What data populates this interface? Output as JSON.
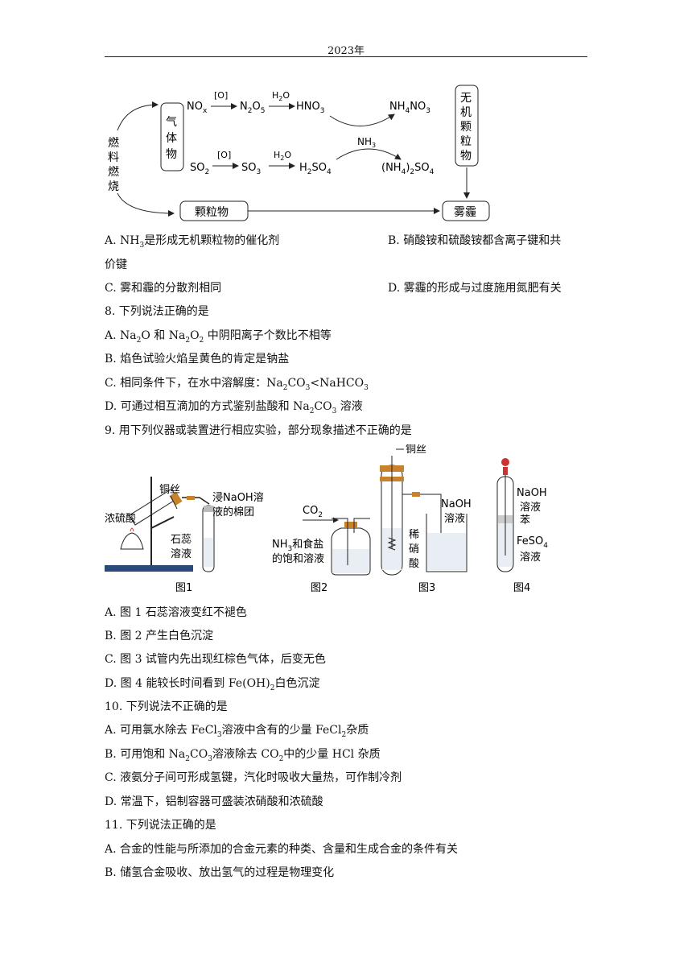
{
  "header": {
    "year": "2023年"
  },
  "diagram1": {
    "combustion": [
      "燃",
      "料",
      "燃",
      "烧"
    ],
    "gas_box": [
      "气",
      "体",
      "物"
    ],
    "particle_box": "颗粒物",
    "inorganic_box": [
      "无",
      "机",
      "颗",
      "粒",
      "物"
    ],
    "haze_box": "雾霾",
    "ox": "[O]",
    "h2o": "H",
    "nh3": "NH"
  },
  "diagram2": {
    "fig1": {
      "caption": "图1",
      "conc_acid": "浓硫酸",
      "copper": "铜丝",
      "cotton_1": "浸NaOH溶",
      "cotton_2": "液的棉团",
      "litmus_1": "石蕊",
      "litmus_2": "溶液"
    },
    "fig2": {
      "caption": "图2",
      "co2": "CO",
      "label_1": "NH",
      "label_1b": "和食盐",
      "label_2": "的饱和溶液"
    },
    "fig3": {
      "caption": "图3",
      "copper": "铜丝",
      "naoh_1": "NaOH",
      "naoh_2": "溶液",
      "acid": [
        "稀",
        "硝",
        "酸"
      ]
    },
    "fig4": {
      "caption": "图4",
      "naoh_1": "NaOH",
      "naoh_2": "溶液",
      "benzene": "苯",
      "feso4": "FeSO",
      "sol": "溶液"
    }
  },
  "q7": {
    "optA_pre": "A. NH",
    "optA_post": "是形成无机颗粒物的催化剂",
    "optB": "B.  硝酸铵和硫酸铵都含离子键和共",
    "optB_cont": "价键",
    "optC": "C.  雾和霾的分散剂相同",
    "optD": "D.  雾霾的形成与过度施用氮肥有关"
  },
  "q8": {
    "stem": "8.  下列说法正确的是",
    "A": [
      "A. Na",
      "O  和  Na",
      "O",
      "  中阴阳离子个数比不相等"
    ],
    "B": "B.  焰色试验火焰呈黄色的肯定是钠盐",
    "C": [
      "C.  相同条件下，在水中溶解度：Na",
      "CO",
      "<NaHCO"
    ],
    "D": [
      "D.  可通过相互滴加的方式鉴别盐酸和 Na",
      "CO",
      "  溶液"
    ]
  },
  "q9": {
    "stem": "9.  用下列仪器或装置进行相应实验，部分现象描述不正确的是",
    "A": "A.  图 1 石蕊溶液变红不褪色",
    "B": "B.  图 2 产生白色沉淀",
    "C": "C.  图 3 试管内先出现红棕色气体，后变无色",
    "D": [
      "D.  图 4 能较长时间看到 Fe(OH)",
      "白色沉淀"
    ]
  },
  "q10": {
    "stem": "10.  下列说法不正确的是",
    "A": [
      "A.  可用氯水除去 FeCl",
      "溶液中含有的少量 FeCl",
      "杂质"
    ],
    "B": [
      "B.  可用饱和 Na",
      "CO",
      "溶液除去 CO",
      "中的少量 HCl 杂质"
    ],
    "C": "C.  液氨分子间可形成氢键，汽化时吸收大量热，可作制冷剂",
    "D": "D.  常温下，铝制容器可盛装浓硝酸和浓硫酸"
  },
  "q11": {
    "stem": "11.  下列说法正确的是",
    "A": "A.  合金的性能与所添加的合金元素的种类、含量和生成合金的条件有关",
    "B": "B.  储氢合金吸收、放出氢气的过程是物理变化"
  }
}
